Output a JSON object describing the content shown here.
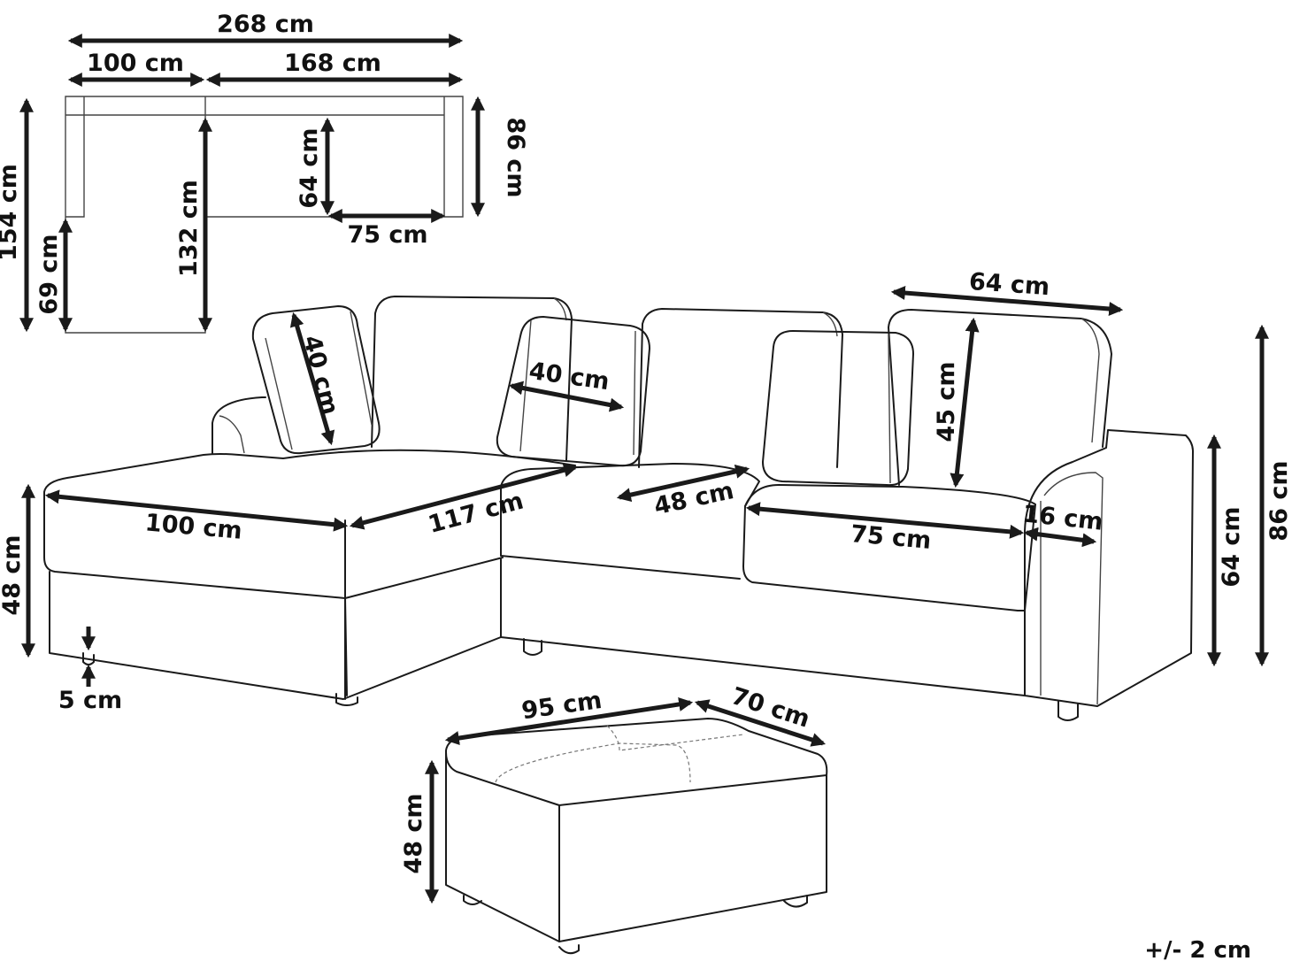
{
  "plan": {
    "width_total": "268 cm",
    "width_chaise": "100 cm",
    "width_sofa": "168 cm",
    "depth_total": "154 cm",
    "depth_chaise_extension": "69 cm",
    "depth_chaise_inner": "132 cm",
    "seat_depth": "64 cm",
    "seat_width": "75 cm",
    "depth_sofa": "86 cm"
  },
  "sofa": {
    "pillow_chaise": "40 cm",
    "pillow_middle": "40 cm",
    "backrest_width": "64 cm",
    "backrest_height": "45 cm",
    "total_height": "86 cm",
    "arm_height": "64 cm",
    "chaise_width": "100 cm",
    "chaise_length": "117 cm",
    "seat_depth": "48 cm",
    "seat_width": "75 cm",
    "arm_width": "16 cm",
    "seat_height": "48 cm",
    "leg_height": "5 cm"
  },
  "ottoman": {
    "width": "95 cm",
    "depth": "70 cm",
    "height": "48 cm"
  },
  "tolerance": "+/- 2 cm"
}
